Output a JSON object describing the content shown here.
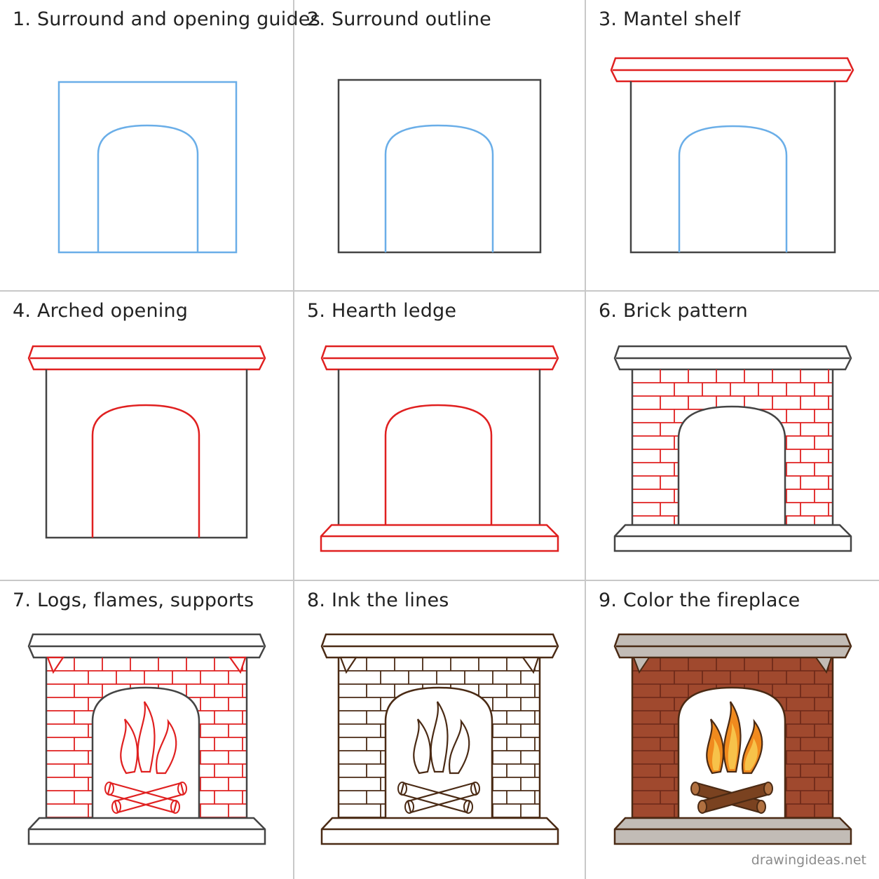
{
  "steps": [
    {
      "title": "1. Surround and opening guides"
    },
    {
      "title": "2. Surround outline"
    },
    {
      "title": "3. Mantel shelf"
    },
    {
      "title": "4. Arched opening"
    },
    {
      "title": "5. Hearth ledge"
    },
    {
      "title": "6. Brick pattern"
    },
    {
      "title": "7. Logs, flames, supports"
    },
    {
      "title": "8. Ink the lines"
    },
    {
      "title": "9. Color the fireplace"
    }
  ],
  "credit": "drawingideas.net",
  "colors": {
    "guide_blue": "#6aaee8",
    "new_red": "#e02020",
    "pencil_gray": "#444444",
    "ink_brown": "#4a2a14",
    "brick_fill": "#a0492e",
    "mortar": "#6a2818",
    "stone_gray": "#c2bcb6",
    "flame_orange": "#f08a1e",
    "flame_yellow": "#f7c24a",
    "log_brown": "#7a4220"
  }
}
